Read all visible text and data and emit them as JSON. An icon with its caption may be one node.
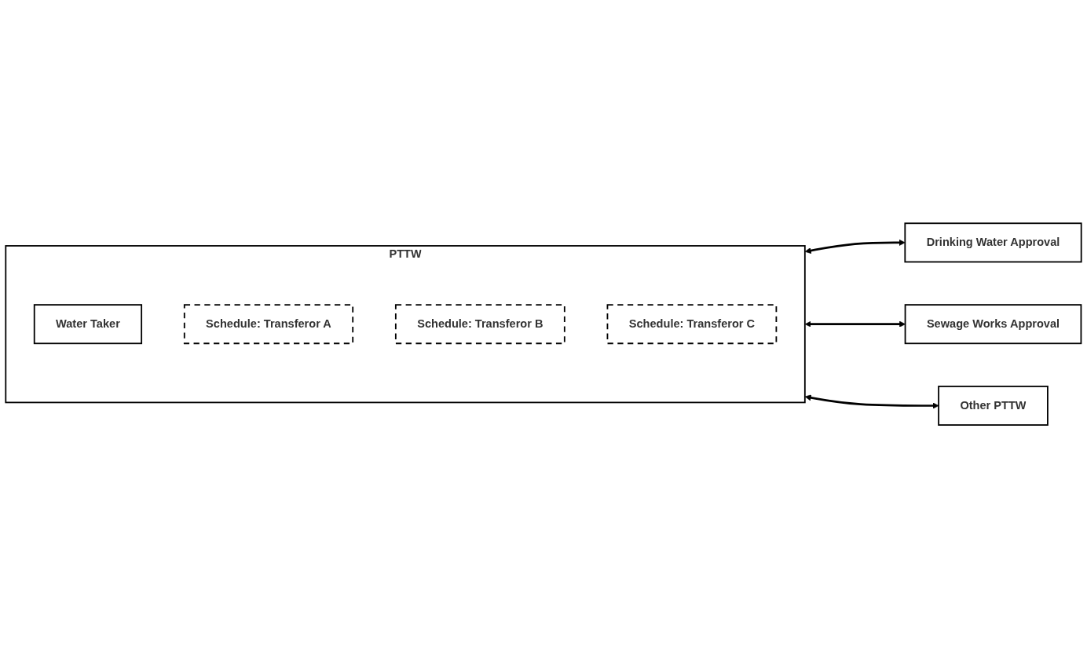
{
  "diagram": {
    "nodes": [
      {
        "text": [
          "PTTW"
        ]
      },
      {
        "text": [
          "Water Taker"
        ],
        "in": 0
      },
      {
        "text": [
          "Schedule: Transferor A"
        ],
        "in": 0
      },
      {
        "text": [
          "Schedule: Transferor B"
        ],
        "in": 0
      },
      {
        "text": [
          "Schedule: Transferor C"
        ],
        "in": 0
      },
      {
        "text": [
          "Drinking Water Approval"
        ]
      },
      {
        "text": [
          "Sewage Works Approval"
        ]
      },
      {
        "text": [
          "Other PTTW"
        ]
      }
    ],
    "edges": [
      {
        "from": 0,
        "to": 5,
        "arrow": "both"
      },
      {
        "from": 0,
        "to": 6,
        "arrow": "both"
      },
      {
        "from": 0,
        "to": 7,
        "arrow": "both"
      }
    ]
  }
}
